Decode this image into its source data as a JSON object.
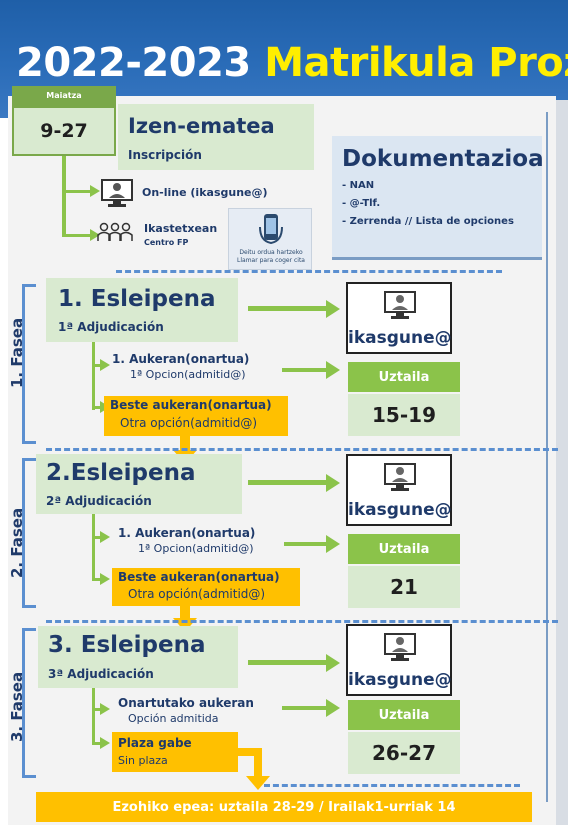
{
  "title": {
    "part1": "2022-2023",
    "part2": "Matrikula Proz"
  },
  "header_box": {
    "month": "Maiatza",
    "dates": "9-27",
    "title": "Izen-ematea",
    "subtitle": "Inscripción"
  },
  "registration": {
    "online": "On-line (ikasgune@)",
    "school": "Ikastetxean",
    "school_sub": "Centro FP",
    "phone_caption_1": "Deitu ordua hartzeko",
    "phone_caption_2": "Llamar para coger cita"
  },
  "documentation": {
    "title": "Dokumentazioa",
    "items": [
      "- NAN",
      "- @-Tlf.",
      "- Zerrenda // Lista de opciones"
    ]
  },
  "phases": [
    {
      "fase": "1. Fasea",
      "title": "1. Esleipena",
      "subtitle": "1ª Adjudicación",
      "branch1": "1. Aukeran(onartua)",
      "branch1_sub": "1ª Opcion(admitid@)",
      "branch2": "Beste aukeran(onartua)",
      "branch2_sub": "Otra  opción(admitid@)",
      "portal": "ikasgune@",
      "month": "Uztaila",
      "dates": "15-19"
    },
    {
      "fase": "2. Fasea",
      "title": "2.Esleipena",
      "subtitle": "2ª Adjudicación",
      "branch1": "1. Aukeran(onartua)",
      "branch1_sub": "1ª Opcion(admitid@)",
      "branch2": "Beste aukeran(onartua)",
      "branch2_sub": "Otra  opción(admitid@)",
      "portal": "ikasgune@",
      "month": "Uztaila",
      "dates": "21"
    },
    {
      "fase": "3. Fasea",
      "title": "3. Esleipena",
      "subtitle": "3ª Adjudicación",
      "branch1": "Onartutako aukeran",
      "branch1_sub": "Opción admitida",
      "branch2": "Plaza gabe",
      "branch2_sub": "Sin plaza",
      "portal": "ikasgune@",
      "month": "Uztaila",
      "dates": "26-27"
    }
  ],
  "footer": "Ezohiko epea:  uztaila 28-29 / Irailak1-urriak 14",
  "colors": {
    "title_band": "#2a6cb8",
    "highlight": "#ffee00",
    "green": "#8bc34a",
    "light_green": "#d9ead0",
    "yellow": "#ffc000",
    "dash_blue": "#5b8fd0",
    "text": "#1f3a6a"
  }
}
